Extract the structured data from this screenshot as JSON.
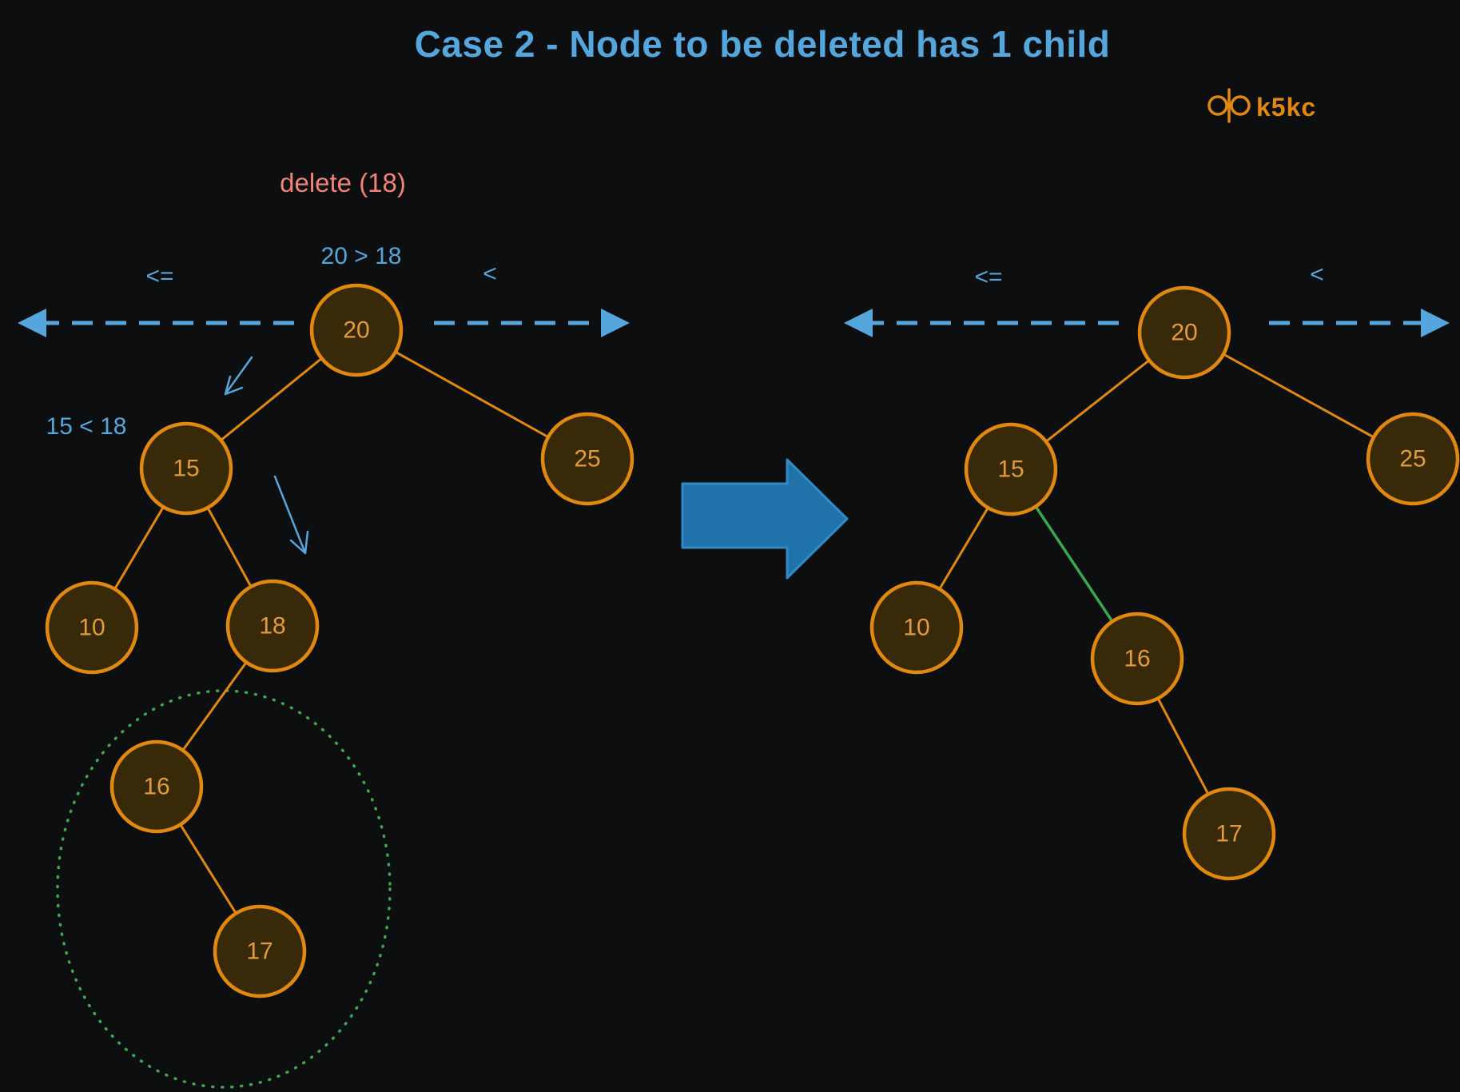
{
  "page": {
    "title": "Case 2 - Node to be deleted has 1 child"
  },
  "logo": {
    "text": "k5kc",
    "icon": "butterfly-icon"
  },
  "colors": {
    "background": "#0d0e10",
    "blue": "#56a6de",
    "orange": "#e0880f",
    "node_fill": "#382a08",
    "node_text": "#e29a3c",
    "salmon": "#f08378",
    "green": "#3da84e",
    "arrow_fill": "#1f72aa"
  },
  "annotations": {
    "delete_call": "delete (18)",
    "root_compare": "20 > 18",
    "left_compare": "15 < 18",
    "le_symbol": "<=",
    "lt_symbol": "<"
  },
  "left_tree": {
    "description": "binary search tree before deletion",
    "nodes": [
      {
        "value": "20"
      },
      {
        "value": "25"
      },
      {
        "value": "15"
      },
      {
        "value": "10"
      },
      {
        "value": "18"
      },
      {
        "value": "16"
      },
      {
        "value": "17"
      }
    ]
  },
  "right_tree": {
    "description": "binary search tree after deleting 18",
    "nodes": [
      {
        "value": "20"
      },
      {
        "value": "25"
      },
      {
        "value": "15"
      },
      {
        "value": "10"
      },
      {
        "value": "16"
      },
      {
        "value": "17"
      }
    ]
  }
}
